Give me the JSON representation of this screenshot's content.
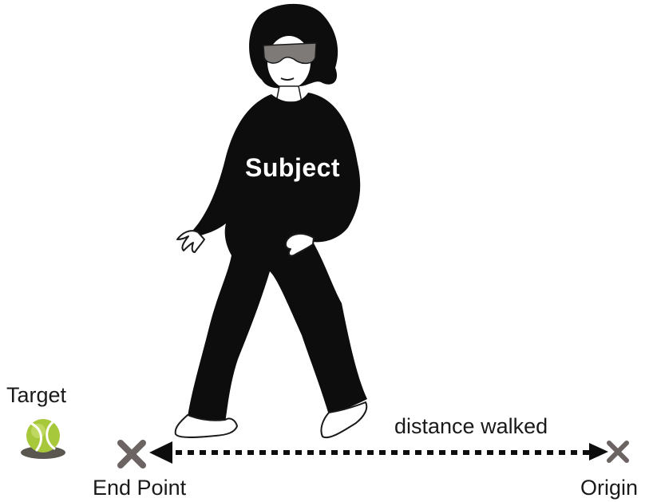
{
  "labels": {
    "target": "Target",
    "subject": "Subject",
    "distance": "distance walked",
    "end_point": "End Point",
    "origin": "Origin"
  },
  "colors": {
    "silhouette": "#0d0d0d",
    "marker": "#6b6462",
    "arrow": "#0d0d0d",
    "ball": "#a8c83c",
    "ball_shadow": "#5a5650",
    "goggles": "#7d7a78"
  },
  "icons": {
    "target": "tennis-ball-icon",
    "end_point": "x-mark-icon",
    "origin": "x-mark-icon"
  }
}
